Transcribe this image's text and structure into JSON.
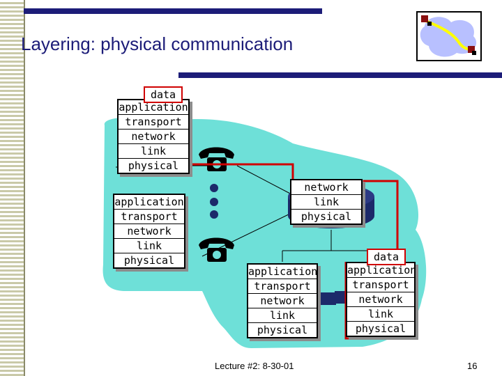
{
  "slide": {
    "title": "Layering: physical communication",
    "footer": "Lecture #2: 8-30-01",
    "page_number": "16"
  },
  "stacks": {
    "host_a": {
      "layers": [
        "application",
        "transport",
        "network",
        "link",
        "physical"
      ],
      "data_label": "data"
    },
    "host_b": {
      "layers": [
        "application",
        "transport",
        "network",
        "link",
        "physical"
      ]
    },
    "router": {
      "layers": [
        "network",
        "link",
        "physical"
      ]
    },
    "host_c": {
      "layers": [
        "application",
        "transport",
        "network",
        "link",
        "physical"
      ]
    },
    "host_d": {
      "layers": [
        "application",
        "transport",
        "network",
        "link",
        "physical"
      ],
      "data_label": "data"
    }
  },
  "icons": {
    "logo": "network-cloud-logo-icon",
    "phones": "telephone-icon",
    "router": "router-icon"
  },
  "colors": {
    "title": "#1c1c78",
    "network_cloud": "#6ee0d8",
    "path": "#d00000",
    "router": "#1c2a6a"
  }
}
